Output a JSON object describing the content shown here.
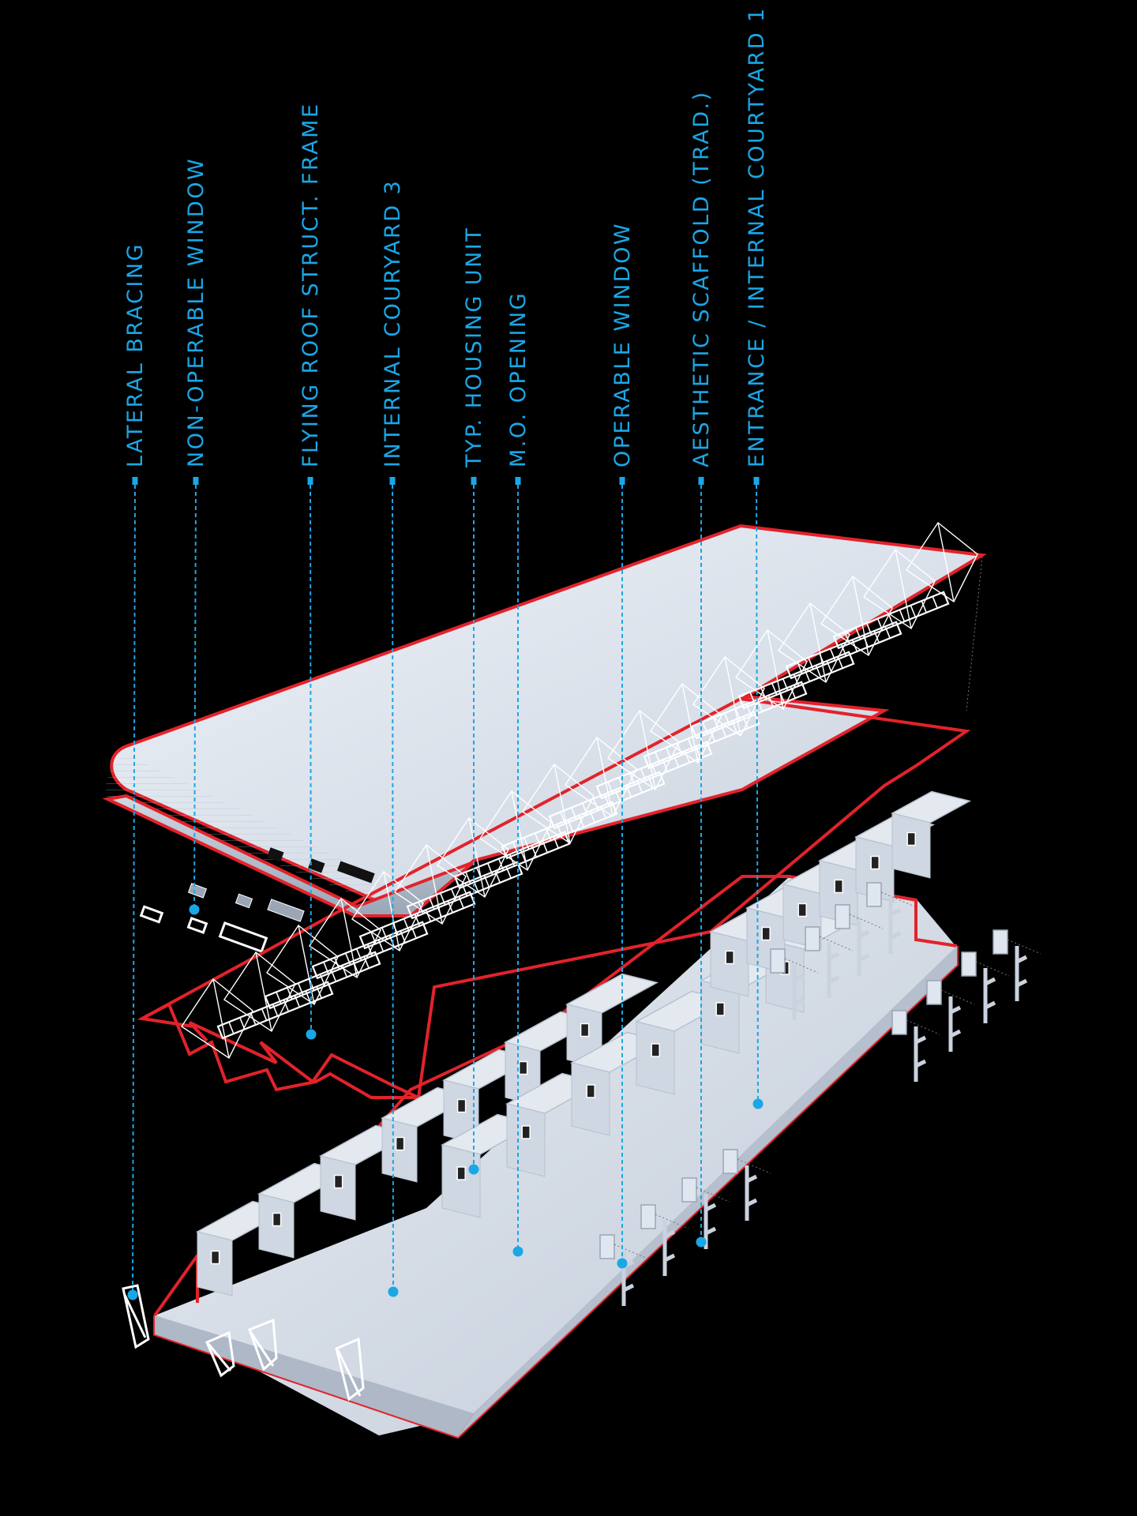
{
  "colors": {
    "background": "#000000",
    "accent": "#1aa7e6",
    "outline": "#e3222a",
    "surface": "#dfe6ef",
    "frame": "#ffffff"
  },
  "callouts": [
    {
      "id": "lateral-bracing",
      "text": "LATERAL BRACING"
    },
    {
      "id": "non-operable-window",
      "text": "NON-OPERABLE WINDOW"
    },
    {
      "id": "flying-roof-struct-frame",
      "text": "FLYING ROOF STRUCT. FRAME"
    },
    {
      "id": "internal-courtyard-3",
      "text": "INTERNAL COURYARD 3"
    },
    {
      "id": "typ-housing-unit",
      "text": "TYP. HOUSING UNIT"
    },
    {
      "id": "mo-opening",
      "text": "M.O. OPENING"
    },
    {
      "id": "operable-window",
      "text": "OPERABLE WINDOW"
    },
    {
      "id": "aesthetic-scaffold",
      "text": "AESTHETIC SCAFFOLD (TRAD.)"
    },
    {
      "id": "entrance-courtyard-1",
      "text": "ENTRANCE / INTERNAL COURTYARD 1"
    }
  ],
  "layers": [
    "roof",
    "roof-frame",
    "ground-floor"
  ]
}
